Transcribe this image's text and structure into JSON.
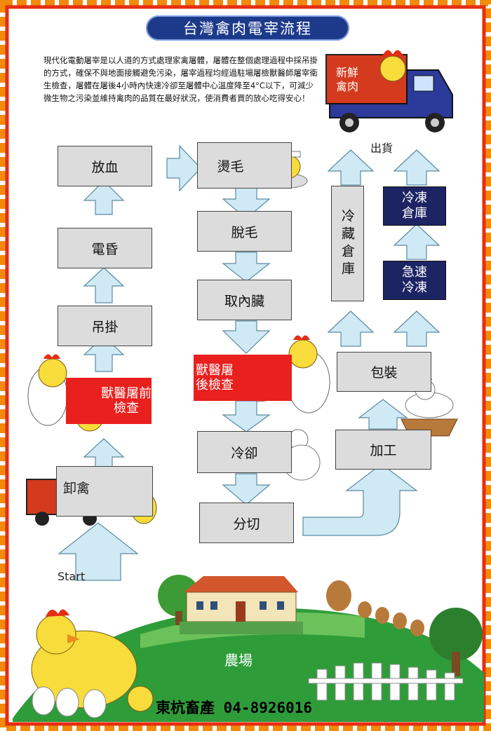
{
  "title": "台灣禽肉電宰流程",
  "intro": "現代化電動屠宰是以人道的方式處理家禽屠體，屠體在整個處理過程中採吊掛的方式，確保不與地面接觸避免污染，屠宰過程均經過駐場屠檢獸醫師屠宰衛生檢查，屠體在屠後4小時內快速冷卻至屠體中心溫度降至4°C以下，可減少微生物之污染並維持禽肉的品質在最好狀況，使消費者買的放心吃得安心！",
  "truck_sign": "新鮮禽肉",
  "steps": {
    "unload": "卸禽",
    "pre_inspect": "獸醫屠前檢查",
    "hang": "吊掛",
    "stun": "電昏",
    "bleed": "放血",
    "scald": "燙毛",
    "defeather": "脫毛",
    "evisc": "取內臟",
    "post_inspect": "獸醫屠後檢查",
    "chill": "冷卻",
    "cut": "分切",
    "process": "加工",
    "pack": "包裝",
    "cold_store": "冷藏倉庫",
    "quick_freeze": "急速冷凍",
    "freeze_store": "冷凍倉庫"
  },
  "labels": {
    "start": "Start",
    "ship": "出貨",
    "farm": "農場"
  },
  "footer": "東杭畜產  04-8926016",
  "colors": {
    "box": "#dcdcdc",
    "arrow": "#cfeaf5",
    "dark": "#1c2463",
    "red": "#e8201e",
    "title": "#1d3a8a"
  }
}
